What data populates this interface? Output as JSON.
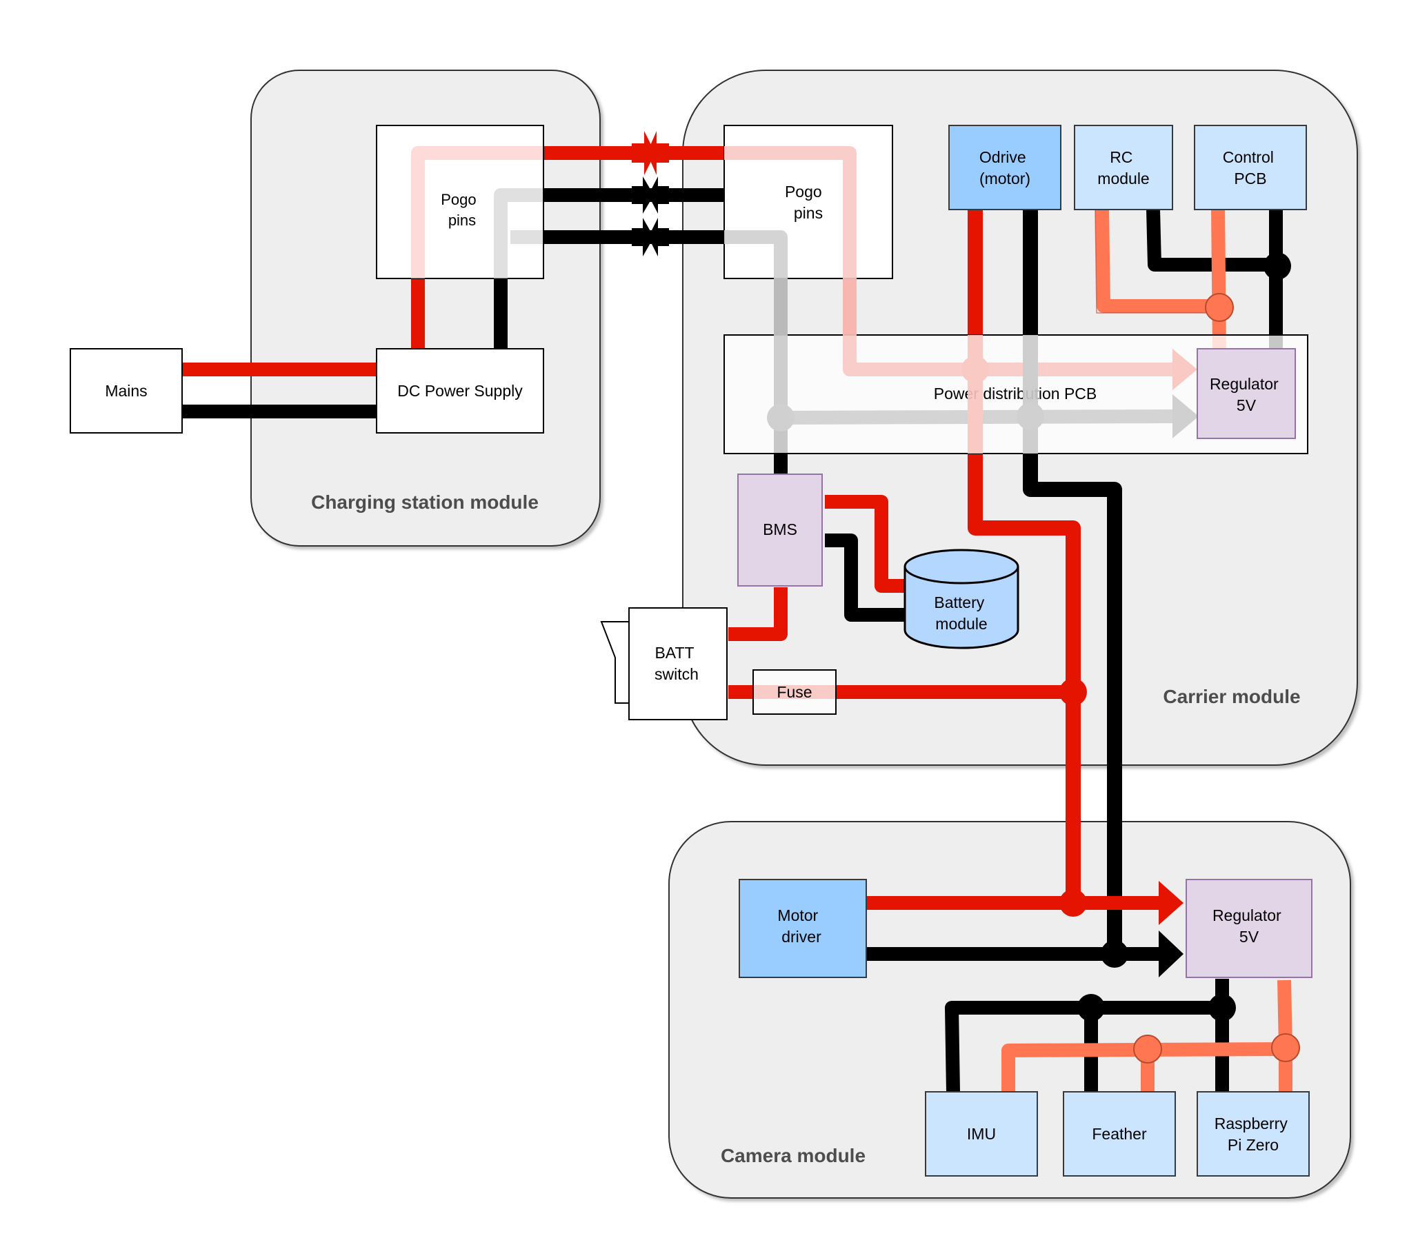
{
  "colors": {
    "group_fill": "#eeeeee",
    "group_stroke": "#333333",
    "power_positive": "#e51400",
    "ground": "#000000",
    "logic_5v": "#ff7752",
    "faded_positive": "#f9c9c4",
    "faded_ground": "#d0d0d0",
    "module_blue": "#99ccff",
    "module_light_blue": "#cce5ff",
    "regulator_purple": "#e1d5e7",
    "battery_blue": "#b3d7ff"
  },
  "groups": {
    "charging_station": "Charging station module",
    "carrier": "Carrier module",
    "camera": "Camera module"
  },
  "blocks": {
    "mains": "Mains",
    "dc_power_supply": "DC Power Supply",
    "pogo_station": [
      "Pogo",
      "pins"
    ],
    "pogo_carrier": [
      "Pogo",
      "pins"
    ],
    "odrive": [
      "Odrive",
      "(motor)"
    ],
    "rc_module": [
      "RC",
      "module"
    ],
    "control_pcb": [
      "Control",
      "PCB"
    ],
    "power_distribution_pcb": "Power distribution PCB",
    "regulator_carrier": [
      "Regulator",
      "5V"
    ],
    "bms": "BMS",
    "battery_module": [
      "Battery",
      "module"
    ],
    "batt_switch": [
      "BATT",
      "switch"
    ],
    "fuse": "Fuse",
    "motor_driver": [
      "Motor",
      "driver"
    ],
    "regulator_camera": [
      "Regulator",
      "5V"
    ],
    "imu": "IMU",
    "feather": "Feather",
    "raspberry_pi": [
      "Raspberry",
      "Pi Zero"
    ]
  }
}
